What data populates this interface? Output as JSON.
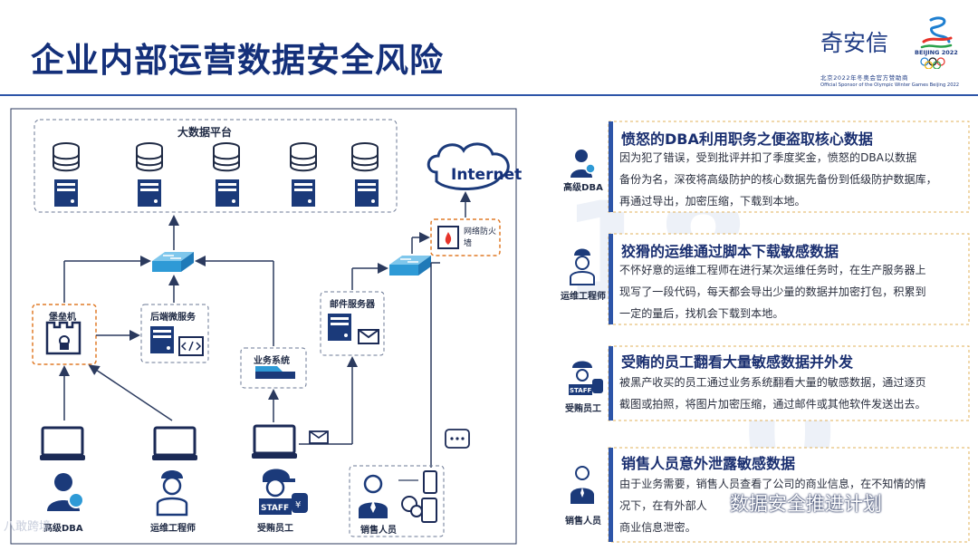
{
  "title": "企业内部运营数据安全风险",
  "sponsor": {
    "name": "奇安信",
    "line1": "北京2022年冬奥会官方赞助商",
    "line2": "Official Sponsor of the Olympic Winter Games Beijing 2022",
    "emblem_text": "BEIJING 2022"
  },
  "diagram": {
    "bigdata_platform": "大数据平台",
    "internet": "Internet",
    "firewall": "网络防火墙",
    "bastion": "堡垒机",
    "backend": "后端微服务",
    "mail_server": "邮件服务器",
    "business_system": "业务系统",
    "users": [
      "高级DBA",
      "运维工程师",
      "受贿员工",
      "销售人员"
    ]
  },
  "cards": [
    {
      "role": "高级DBA",
      "title": "愤怒的DBA利用职务之便盗取核心数据",
      "lines": [
        "因为犯了错误，受到批评并扣了季度奖金，愤怒的DBA以数据",
        "备份为名，深夜将高级防护的核心数据先备份到低级防护数据库，",
        "再通过导出，加密压缩，下载到本地。"
      ]
    },
    {
      "role": "运维工程师",
      "title": "狡猾的运维通过脚本下载敏感数据",
      "lines": [
        "不怀好意的运维工程师在进行某次运维任务时，在生产服务器上",
        "现写了一段代码，每天都会导出少量的数据并加密打包，积累到",
        "一定的量后，找机会下载到本地。"
      ]
    },
    {
      "role": "受贿员工",
      "title": "受贿的员工翻看大量敏感数据并外发",
      "lines": [
        "被黑产收买的员工通过业务系统翻看大量的敏感数据，通过逐页",
        "截图或拍照，将图片加密压缩，通过邮件或其他软件发送出去。"
      ]
    },
    {
      "role": "销售人员",
      "title": "销售人员意外泄露敏感数据",
      "lines": [
        "由于业务需要，销售人员查看了公司的商业信息，在不知情的情",
        "况下，在有外部人",
        "商业信息泄密。"
      ]
    }
  ],
  "watermarks": {
    "left": "八敢跨境",
    "right": "数据安全推进计划"
  }
}
